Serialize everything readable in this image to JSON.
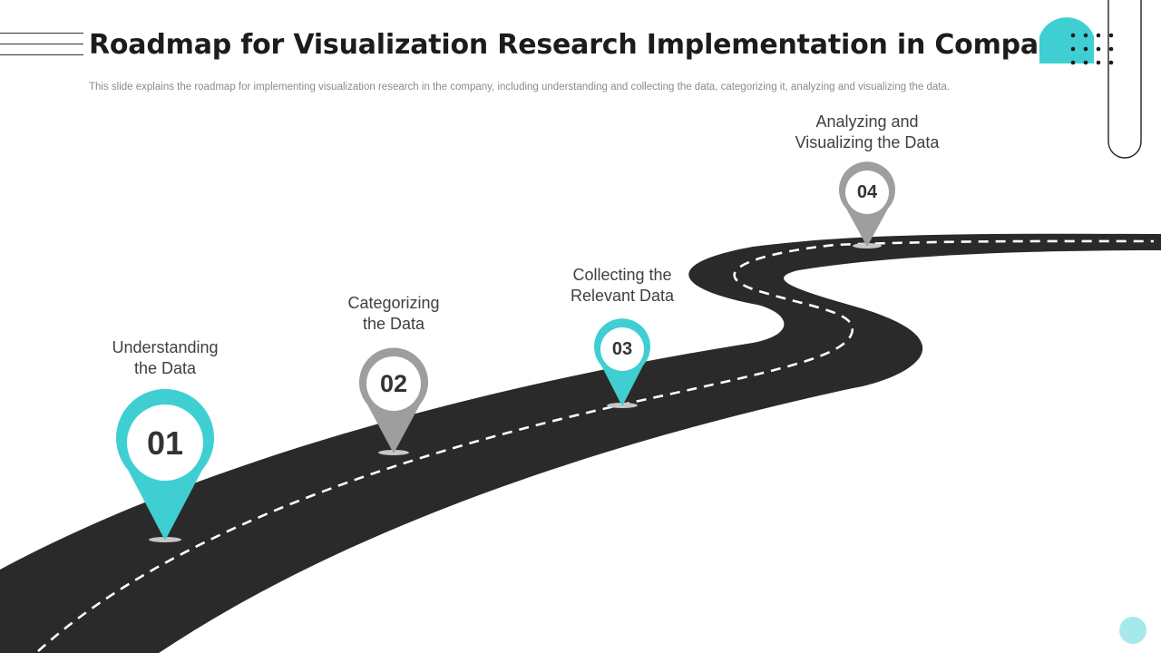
{
  "header": {
    "title": "Roadmap for Visualization Research Implementation in Company",
    "subtitle": "This slide explains the roadmap for implementing visualization research in the company, including understanding and collecting the data, categorizing it,  analyzing and visualizing the data."
  },
  "steps": [
    {
      "number": "01",
      "label_line1": "Understanding",
      "label_line2": "the Data",
      "color": "#3fcfd2"
    },
    {
      "number": "02",
      "label_line1": "Categorizing",
      "label_line2": "the Data",
      "color": "#9e9e9e"
    },
    {
      "number": "03",
      "label_line1": "Collecting the",
      "label_line2": "Relevant Data",
      "color": "#3fcfd2"
    },
    {
      "number": "04",
      "label_line1": "Analyzing and",
      "label_line2": "Visualizing the Data",
      "color": "#9e9e9e"
    }
  ],
  "colors": {
    "accent": "#3fcfd2",
    "secondary": "#9e9e9e",
    "road": "#2a2a2a",
    "road_marking": "#ffffff"
  }
}
